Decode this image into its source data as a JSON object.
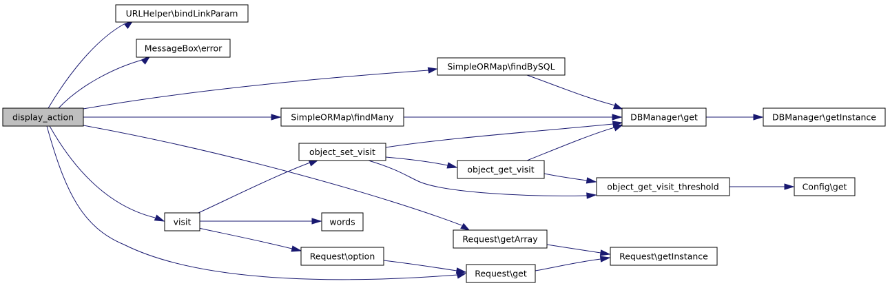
{
  "nodes": [
    {
      "id": "display_action",
      "label": "display_action",
      "root": true
    },
    {
      "id": "bindLinkParam",
      "label": "URLHelper\\bindLinkParam"
    },
    {
      "id": "msgbox_error",
      "label": "MessageBox\\error"
    },
    {
      "id": "findBySQL",
      "label": "SimpleORMap\\findBySQL"
    },
    {
      "id": "findMany",
      "label": "SimpleORMap\\findMany"
    },
    {
      "id": "dbm_get",
      "label": "DBManager\\get"
    },
    {
      "id": "dbm_getInstance",
      "label": "DBManager\\getInstance"
    },
    {
      "id": "object_set_visit",
      "label": "object_set_visit"
    },
    {
      "id": "object_get_visit",
      "label": "object_get_visit"
    },
    {
      "id": "threshold",
      "label": "object_get_visit_threshold"
    },
    {
      "id": "config_get",
      "label": "Config\\get"
    },
    {
      "id": "visit",
      "label": "visit"
    },
    {
      "id": "words",
      "label": "words"
    },
    {
      "id": "req_getArray",
      "label": "Request\\getArray"
    },
    {
      "id": "req_option",
      "label": "Request\\option"
    },
    {
      "id": "req_getInstance",
      "label": "Request\\getInstance"
    },
    {
      "id": "req_get",
      "label": "Request\\get"
    }
  ],
  "edges": [
    {
      "from": "display_action",
      "to": "bindLinkParam"
    },
    {
      "from": "display_action",
      "to": "msgbox_error"
    },
    {
      "from": "display_action",
      "to": "findBySQL"
    },
    {
      "from": "display_action",
      "to": "findMany"
    },
    {
      "from": "display_action",
      "to": "req_getArray"
    },
    {
      "from": "display_action",
      "to": "visit"
    },
    {
      "from": "display_action",
      "to": "req_get"
    },
    {
      "from": "findBySQL",
      "to": "dbm_get"
    },
    {
      "from": "findMany",
      "to": "dbm_get"
    },
    {
      "from": "dbm_get",
      "to": "dbm_getInstance"
    },
    {
      "from": "object_set_visit",
      "to": "dbm_get"
    },
    {
      "from": "object_set_visit",
      "to": "object_get_visit"
    },
    {
      "from": "object_set_visit",
      "to": "threshold"
    },
    {
      "from": "object_get_visit",
      "to": "dbm_get"
    },
    {
      "from": "object_get_visit",
      "to": "threshold"
    },
    {
      "from": "threshold",
      "to": "config_get"
    },
    {
      "from": "visit",
      "to": "object_set_visit"
    },
    {
      "from": "visit",
      "to": "words"
    },
    {
      "from": "visit",
      "to": "req_option"
    },
    {
      "from": "req_getArray",
      "to": "req_getInstance"
    },
    {
      "from": "req_option",
      "to": "req_get"
    },
    {
      "from": "req_get",
      "to": "req_getInstance"
    }
  ]
}
